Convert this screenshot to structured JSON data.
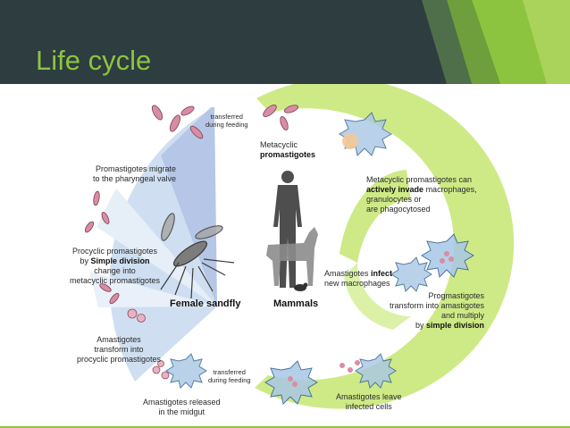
{
  "slide": {
    "title": "Life cycle",
    "colors": {
      "header_bg": "#2d3d40",
      "accent": "#8dc43f",
      "sandfly_arc": "#c7d9ef",
      "mammal_arc": "#c9e87a"
    }
  },
  "diagram": {
    "labels": {
      "transferred_top_1": "transferred",
      "transferred_top_2": "during feeding",
      "metacyclic_1": "Metacyclic",
      "metacyclic_2": "promastigotes",
      "migrate_1": "Promastigotes migrate",
      "migrate_2": "to the pharyngeal valve",
      "procyclic_1": "Procyclic promastigotes",
      "procyclic_2a": "by",
      "procyclic_2b": "Simple division",
      "procyclic_3": "change into",
      "procyclic_4": "metacyclic promastigotes",
      "amastigotes_tr_1": "Amastigotes",
      "amastigotes_tr_2": "transform into",
      "amastigotes_tr_3": "procyclic promastigotes",
      "transferred_bottom_1": "transferred",
      "transferred_bottom_2": "during feeding",
      "released_1": "Amastigotes released",
      "released_2": "in the midgut",
      "female_sandfly": "Female sandfly",
      "mammals": "Mammals",
      "invade_1": "Metacyclic promastigotes can",
      "invade_2a": "actively invade",
      "invade_2b": "macrophages,",
      "invade_3": "granulocytes or",
      "invade_4": "are phagocytosed",
      "infect_1a": "Amastigotes",
      "infect_1b": "infect",
      "infect_2": "new macrophages",
      "progm_1": "Progmastigotes",
      "progm_2": "transform into amastigotes",
      "progm_3": "and multiply",
      "progm_4a": "by",
      "progm_4b": "simple division",
      "leave_1": "Amastigotes leave",
      "leave_2": "infected cells"
    },
    "icons": [
      "sandfly-icon",
      "human-silhouette-icon",
      "dog-silhouette-icon",
      "mouse-silhouette-icon",
      "macrophage-cell-icon",
      "promastigote-parasite-icon"
    ]
  }
}
